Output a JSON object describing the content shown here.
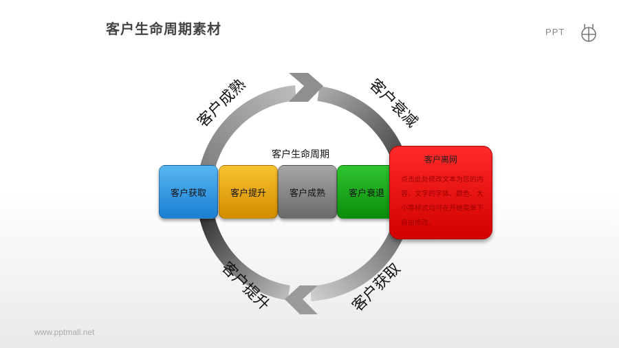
{
  "page": {
    "title": "客户生命周期素材"
  },
  "logo": {
    "text": "PPT"
  },
  "footer": {
    "url": "www.pptmall.net"
  },
  "diagram": {
    "center_title": "客户生命周期",
    "arc_labels": [
      "客户成熟",
      "客户衰减",
      "客户获取",
      "客户提升"
    ],
    "stages": [
      "客户获取",
      "客户提升",
      "客户成熟",
      "客户衰退"
    ],
    "detail_box": {
      "title": "客户离网",
      "body": "点击此处修改文本为您的内容，文字的字体、颜色、大小等样式均可在开始菜单下自由修改。"
    },
    "colors": {
      "stage1": "#1b7fd3",
      "stage2": "#d48c00",
      "stage3": "#6a6a6a",
      "stage4": "#0b8d0b",
      "detail": "#e00000",
      "ring_dark": "#333333",
      "ring_light": "#aaaaaa"
    }
  }
}
